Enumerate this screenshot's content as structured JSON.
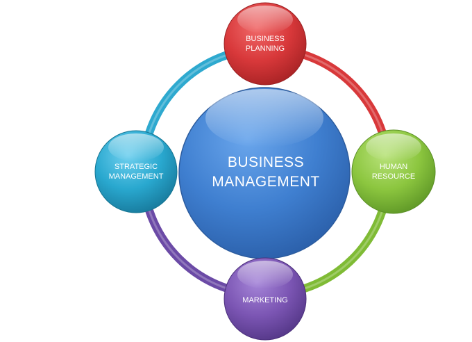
{
  "diagram": {
    "center": {
      "line1": "BUSINESS",
      "line2": "MANAGEMENT",
      "color": "#3f7fd0"
    },
    "nodes": {
      "top": {
        "line1": "BUSINESS",
        "line2": "PLANNING",
        "color": "#d8383a"
      },
      "right": {
        "line1": "HUMAN",
        "line2": "RESOURCE",
        "color": "#8cc63f"
      },
      "bottom": {
        "line1": "MARKETING",
        "line2": "",
        "color": "#7b55b3"
      },
      "left": {
        "line1": "STRATEGIC",
        "line2": "MANAGEMENT",
        "color": "#29a8cf"
      }
    },
    "arcs": {
      "top_right": "#d8383a",
      "right_bottom": "#7fbb35",
      "bottom_left": "#6b4aa6",
      "left_top": "#2ea9cf"
    }
  }
}
